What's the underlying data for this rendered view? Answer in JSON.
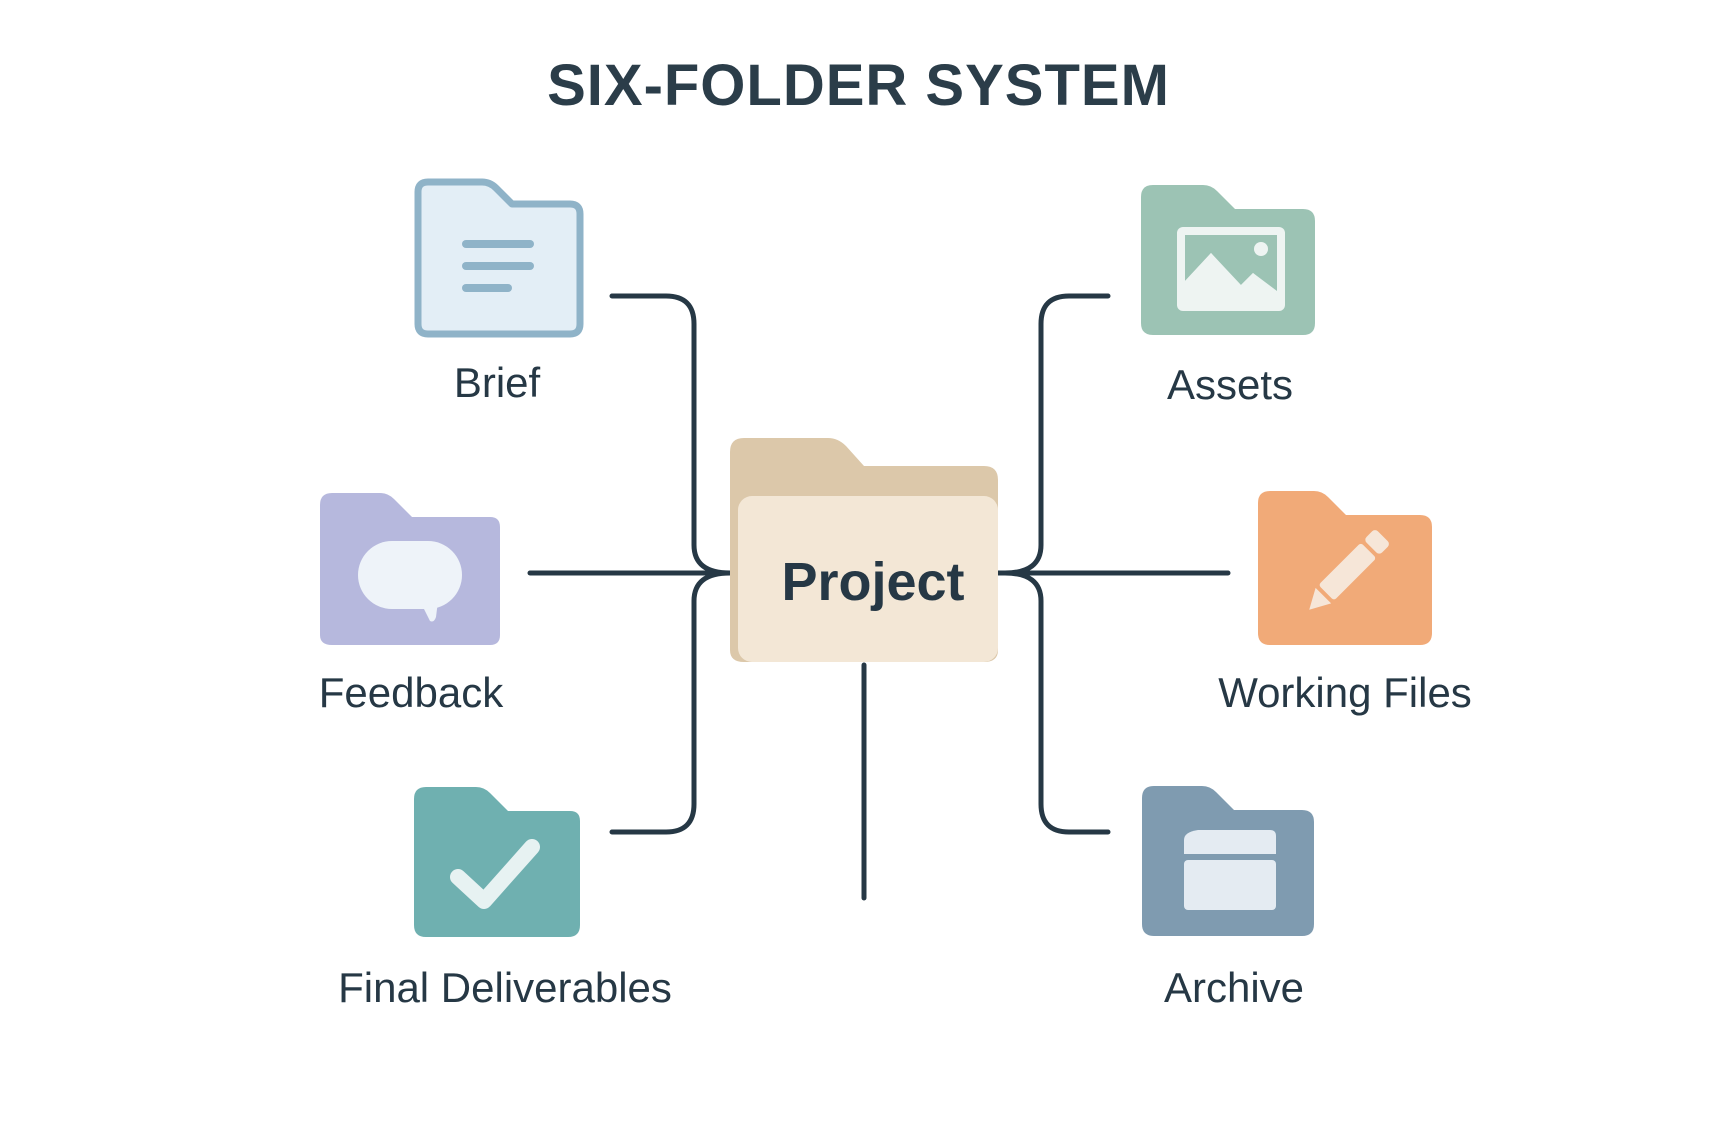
{
  "title": "SIX-FOLDER SYSTEM",
  "center": {
    "label": "Project",
    "icon": "folder-icon",
    "colors": {
      "back": "#dcc8aa",
      "front": "#f3e7d6"
    }
  },
  "folders": [
    {
      "label": "Brief",
      "icon": "document-lines-icon",
      "color": "#e3eef6",
      "stroke": "#8fb3c8",
      "position": "top-left"
    },
    {
      "label": "Feedback",
      "icon": "speech-bubble-icon",
      "color": "#b6b8dd",
      "position": "middle-left"
    },
    {
      "label": "Final Deliverables",
      "icon": "checkmark-icon",
      "color": "#6fb0b0",
      "position": "bottom-left"
    },
    {
      "label": "Assets",
      "icon": "image-icon",
      "color": "#9cc3b4",
      "position": "top-right"
    },
    {
      "label": "Working Files",
      "icon": "pencil-icon",
      "color": "#f1aa78",
      "position": "middle-right"
    },
    {
      "label": "Archive",
      "icon": "archive-box-icon",
      "color": "#7f9bb0",
      "position": "bottom-right"
    }
  ],
  "connector_color": "#263845"
}
